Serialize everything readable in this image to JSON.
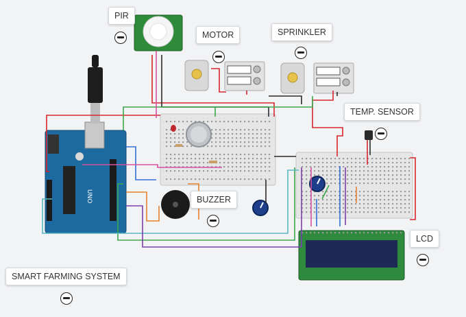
{
  "labels": {
    "pir": "PIR",
    "motor": "MOTOR",
    "sprinkler": "SPRINKLER",
    "temp_sensor": "TEMP. SENSOR",
    "buzzer": "BUZZER",
    "lcd": "LCD",
    "title": "SMART FARMING SYSTEM"
  },
  "icons": {
    "collapse": "minus-circle-icon"
  },
  "colors": {
    "background": "#f2f3f5",
    "arduino_board": "#1d6aa0",
    "breadboard": "#e6e6e6",
    "lcd_pcb": "#2e8b3e",
    "lcd_screen": "#1c2a55",
    "pir_pcb": "#2f8a3a",
    "wire_red": "#d8262c",
    "wire_black": "#2a2a2a",
    "wire_green": "#3aa84a",
    "wire_blue": "#2f6fd6",
    "wire_orange": "#e6812d",
    "wire_purple": "#7a3fb0",
    "wire_pink": "#d64fa0",
    "wire_teal": "#5ab8c4"
  }
}
